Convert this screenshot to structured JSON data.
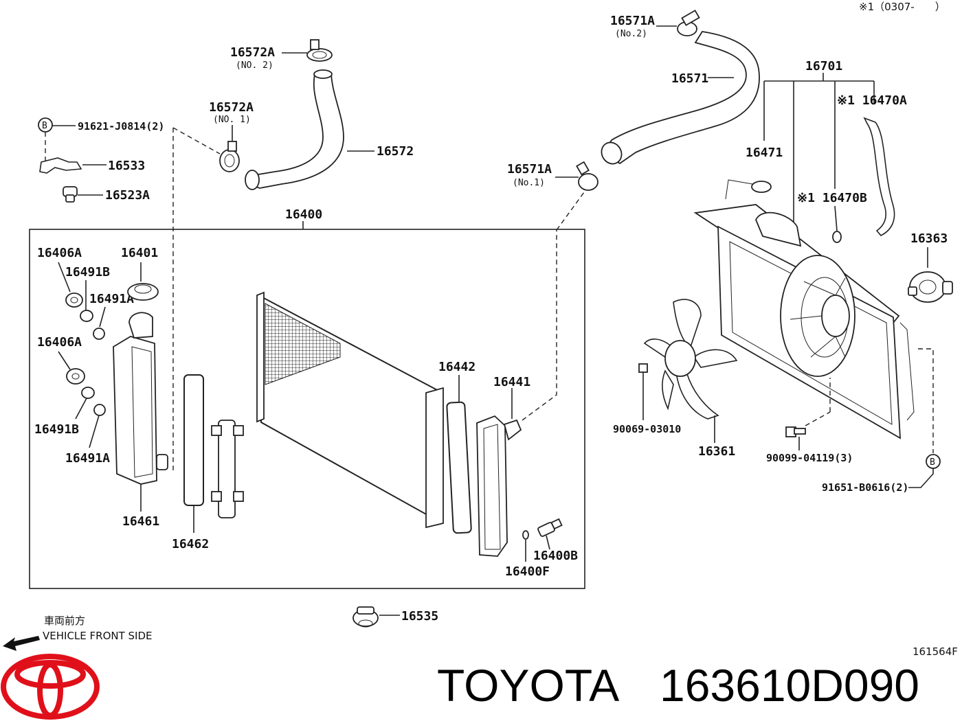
{
  "header_note": "※1（0307-　　）",
  "diagram_code": "161564F",
  "direction": {
    "jp": "車両前方",
    "en": "VEHICLE FRONT SIDE"
  },
  "brand": "TOYOTA",
  "part_number": "163610D090",
  "callouts": {
    "p16571A_top": "16571A",
    "p16571A_top_sub": "(No.2)",
    "p16572A_top": "16572A",
    "p16572A_top_sub": "(NO. 2)",
    "p16572A_mid": "16572A",
    "p16572A_mid_sub": "(NO. 1)",
    "p16572": "16572",
    "p16571": "16571",
    "p16571A_mid": "16571A",
    "p16571A_mid_sub": "(No.1)",
    "p16701": "16701",
    "p16470A": "※1 16470A",
    "p16471": "16471",
    "p16470B": "※1 16470B",
    "p16363": "16363",
    "p91621": "91621-J0814(2)",
    "p16533": "16533",
    "p16523A": "16523A",
    "p16400": "16400",
    "p16406A_1": "16406A",
    "p16401": "16401",
    "p16491B_1": "16491B",
    "p16491A_1": "16491A",
    "p16406A_2": "16406A",
    "p16491B_2": "16491B",
    "p16491A_2": "16491A",
    "p16461": "16461",
    "p16462": "16462",
    "p16442": "16442",
    "p16441": "16441",
    "p16400B": "16400B",
    "p16400F": "16400F",
    "p16535": "16535",
    "p90069": "90069-03010",
    "p16361": "16361",
    "p90099": "90099-04119(3)",
    "p91651": "91651-B0616(2)",
    "circle_b": "B"
  }
}
